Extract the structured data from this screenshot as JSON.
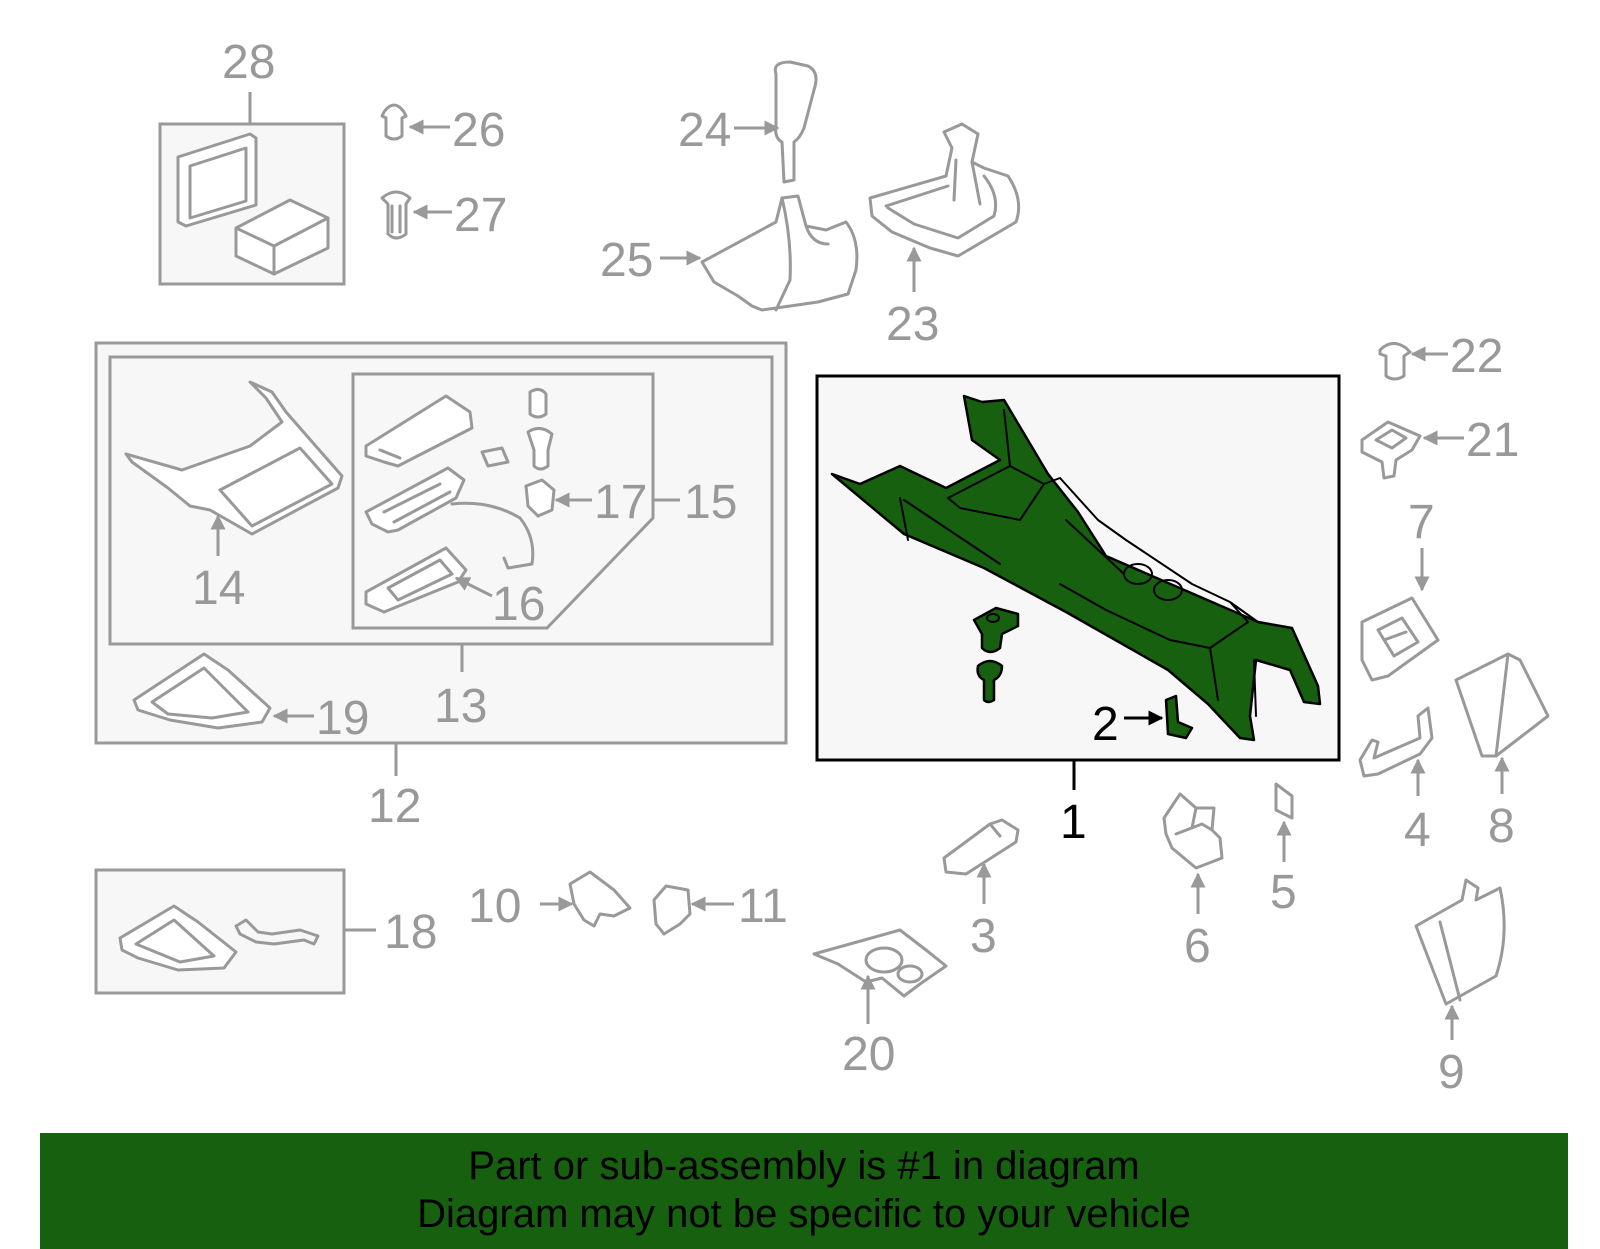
{
  "diagram": {
    "callouts": {
      "c1": "1",
      "c2": "2",
      "c3": "3",
      "c4": "4",
      "c5": "5",
      "c6": "6",
      "c7": "7",
      "c8": "8",
      "c9": "9",
      "c10": "10",
      "c11": "11",
      "c12": "12",
      "c13": "13",
      "c14": "14",
      "c15": "15",
      "c16": "16",
      "c17": "17",
      "c18": "18",
      "c19": "19",
      "c20": "20",
      "c21": "21",
      "c22": "22",
      "c23": "23",
      "c24": "24",
      "c25": "25",
      "c26": "26",
      "c27": "27",
      "c28": "28"
    },
    "highlight_color": "#16600f",
    "outline_color": "#999999"
  },
  "banner": {
    "line1": "Part or sub-assembly is #1 in diagram",
    "line2": "Diagram may not be specific to your vehicle",
    "background": "#16600f"
  }
}
